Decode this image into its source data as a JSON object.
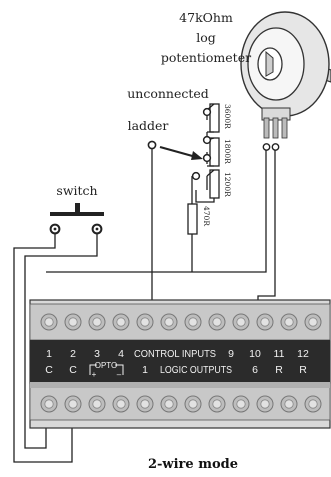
{
  "labels": {
    "pot_line1": "47kOhm",
    "pot_line2": "log",
    "pot_line3": "potentiometer",
    "unconnected": "unconnected",
    "ladder": "ladder",
    "switch": "switch",
    "caption": "2-wire mode"
  },
  "resistors": {
    "r1": "3600R",
    "r2": "1800R",
    "r3": "1200R",
    "r4": "470R"
  },
  "terminal_block": {
    "top_numbers": [
      "1",
      "2",
      "3",
      "4"
    ],
    "control_inputs": "CONTROL INPUTS",
    "num9": "9",
    "right_numbers": [
      "10",
      "11",
      "12"
    ],
    "bottom_c1": "C",
    "bottom_c2": "C",
    "opto": "OPTO",
    "opto_plus": "+",
    "opto_minus": "–",
    "one": "1",
    "logic_outputs": "LOGIC OUTPUTS",
    "six": "6",
    "r_a": "R",
    "r_b": "R"
  }
}
